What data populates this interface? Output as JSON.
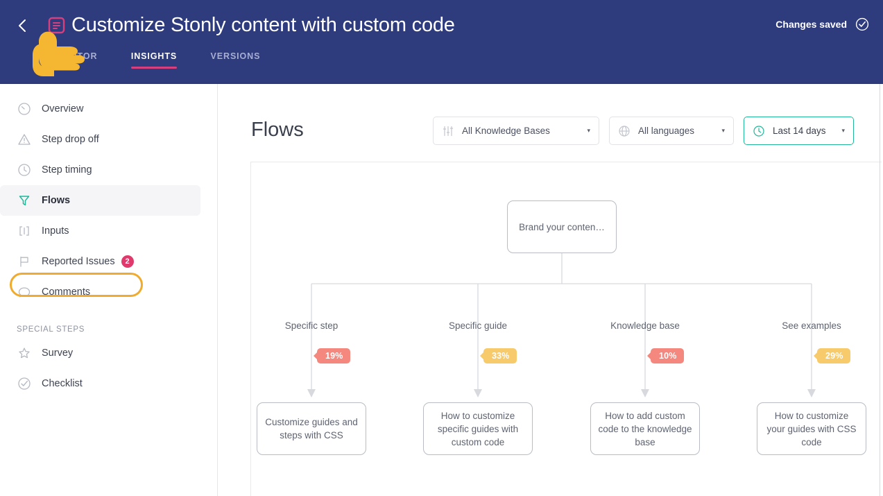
{
  "header": {
    "back_icon": "chevron-left-icon",
    "logo_icon": "stonly-logo-icon",
    "title": "Customize Stonly content with custom code",
    "tabs": [
      {
        "label": "EDITOR",
        "active": false
      },
      {
        "label": "INSIGHTS",
        "active": true
      },
      {
        "label": "VERSIONS",
        "active": false
      }
    ],
    "status_text": "Changes saved",
    "status_icon": "check-circle-icon",
    "cursor_icon": "pointing-hand-cursor",
    "bg_color": "#2e3b7d",
    "active_tab_underline_color": "#d6407f"
  },
  "sidebar": {
    "items": [
      {
        "label": "Overview",
        "icon": "gauge-icon",
        "selected": false
      },
      {
        "label": "Step drop off",
        "icon": "warning-triangle-icon",
        "selected": false
      },
      {
        "label": "Step timing",
        "icon": "clock-icon",
        "selected": false
      },
      {
        "label": "Flows",
        "icon": "funnel-icon",
        "selected": true
      },
      {
        "label": "Inputs",
        "icon": "brackets-icon",
        "selected": false
      },
      {
        "label": "Reported Issues",
        "icon": "flag-icon",
        "selected": false,
        "badge": "2"
      },
      {
        "label": "Comments",
        "icon": "comment-icon",
        "selected": false
      }
    ],
    "section_label": "SPECIAL STEPS",
    "special_items": [
      {
        "label": "Survey",
        "icon": "star-icon"
      },
      {
        "label": "Checklist",
        "icon": "check-circle-icon"
      }
    ],
    "highlight_color": "#f0ab2e",
    "badge_color": "#e03a6d",
    "active_icon_color": "#1fb89a"
  },
  "main": {
    "page_title": "Flows",
    "filters": [
      {
        "label": "All Knowledge Bases",
        "icon": "sliders-icon",
        "caret": "▾",
        "accent": false
      },
      {
        "label": "All languages",
        "icon": "globe-icon",
        "caret": "▾",
        "accent": false
      },
      {
        "label": "Last 14 days",
        "icon": "clock-icon",
        "caret": "▾",
        "accent": true
      }
    ],
    "accent_color": "#1fb89a"
  },
  "chart_data": {
    "type": "diagram",
    "title": "Flows",
    "root": {
      "label": "Brand your conten…"
    },
    "branches": [
      {
        "label": "Specific step",
        "percent": "19%",
        "percent_value": 19,
        "color": "#f4877e",
        "target": "Customize guides and steps with CSS"
      },
      {
        "label": "Specific guide",
        "percent": "33%",
        "percent_value": 33,
        "color": "#f7ca6b",
        "target": "How to customize specific guides with custom code"
      },
      {
        "label": "Knowledge base",
        "percent": "10%",
        "percent_value": 10,
        "color": "#f4877e",
        "target": "How to add custom code to the knowledge base"
      },
      {
        "label": "See examples",
        "percent": "29%",
        "percent_value": 29,
        "color": "#f7ca6b",
        "target": "How to customize your guides with CSS code"
      }
    ]
  }
}
